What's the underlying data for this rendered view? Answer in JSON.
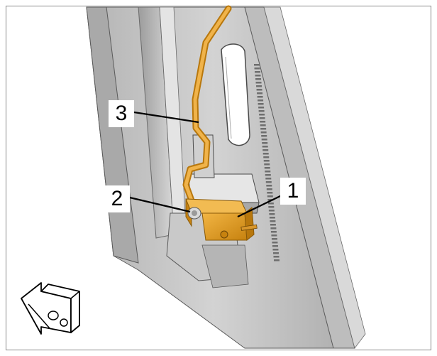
{
  "callouts": [
    {
      "id": "1",
      "text": "1"
    },
    {
      "id": "2",
      "text": "2"
    },
    {
      "id": "3",
      "text": "3"
    }
  ],
  "colors": {
    "panel": "#c4c4c4",
    "panel_dark": "#9a9a9a",
    "panel_light": "#e2e2e2",
    "part_orange": "#e8a21c",
    "part_orange_dark": "#b8770c",
    "outline": "#4a4a4a",
    "border": "#8a8a8a"
  },
  "icons": {
    "view_direction": "view-direction-arrow-icon"
  }
}
